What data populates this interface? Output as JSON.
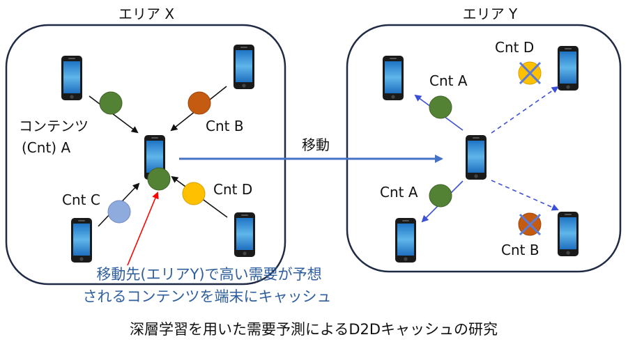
{
  "areas": {
    "x_label": "エリア X",
    "y_label": "エリア Y"
  },
  "move_label": "移動",
  "content_label_line1": "コンテンツ",
  "content_label_line2": "(Cnt) A",
  "area_x": {
    "cnt_b": "Cnt B",
    "cnt_c": "Cnt C",
    "cnt_d": "Cnt D"
  },
  "area_y": {
    "cnt_a_top": "Cnt A",
    "cnt_a_bottom": "Cnt A",
    "cnt_d": "Cnt D",
    "cnt_b": "Cnt B"
  },
  "note_line1": "移動先(エリアY)で高い需要が予想",
  "note_line2": "されるコンテンツを端末にキャッシュ",
  "title": "深層学習を用いた需要予測によるD2Dキャッシュの研究",
  "colors": {
    "content_a": "#548235",
    "content_b": "#c55a11",
    "content_c": "#8faadc",
    "content_d": "#ffc000",
    "arrow_blue": "#4472c4",
    "note_text": "#2e5e9e",
    "pointer_red": "#ff0000",
    "cross": "#5b7bd5"
  }
}
